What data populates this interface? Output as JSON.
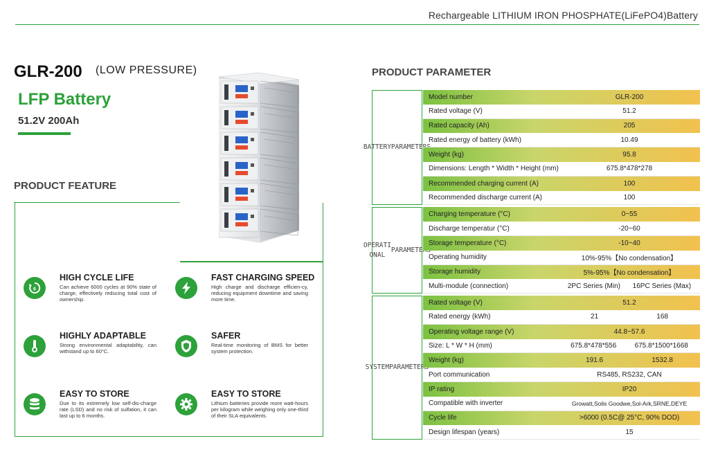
{
  "header": {
    "title": "Rechargeable LITHIUM IRON PHOSPHATE(LiFePO4)Battery"
  },
  "product": {
    "model": "GLR-200",
    "model_sub": "(LOW PRESSURE)",
    "type": "LFP Battery",
    "spec": "51.2V 200Ah"
  },
  "features": {
    "title": "PRODUCT FEATURE",
    "items": [
      {
        "title": "HIGH CYCLE LIFE",
        "desc": "Can achieve 6000 cycles at 90% state of charge, effectively reducing total cost of ownership.",
        "icon": "cycle-icon"
      },
      {
        "title": "FAST CHARGING SPEED",
        "desc": "High charge and discharge efficien-cy, reducing equipment downtime and saving more time.",
        "icon": "lightning-icon"
      },
      {
        "title": "HIGHLY ADAPTABLE",
        "desc": "Strong environmental adaptability, can withstand up to 60°C.",
        "icon": "thermometer-icon"
      },
      {
        "title": "SAFER",
        "desc": "Real-time monitoring of BMS for better system protection.",
        "icon": "shield-icon"
      },
      {
        "title": "EASY TO STORE",
        "desc": "Due to its extremely low self-dis-charge rate (LSD) and no risk of sulfation, it can last up to 6 months.",
        "icon": "database-icon"
      },
      {
        "title": "EASY TO STORE",
        "desc": "Lithium batteries provide more watt-hours per kilogram while weighing only one-third of their SLA equivalents.",
        "icon": "gear-icon"
      }
    ]
  },
  "parameters": {
    "title": "PRODUCT PARAMETER",
    "groups": [
      {
        "label": [
          "BATTERY",
          "PARAMETERS"
        ],
        "rows": [
          {
            "k": "Model number",
            "v": [
              "GLR-200"
            ]
          },
          {
            "k": "Rated voltage (V)",
            "v": [
              "51.2"
            ]
          },
          {
            "k": "Rated capacity (Ah)",
            "v": [
              "205"
            ]
          },
          {
            "k": "Rated energy of battery (kWh)",
            "v": [
              "10.49"
            ]
          },
          {
            "k": "Weight (kg)",
            "v": [
              "95.8"
            ]
          },
          {
            "k": "Dimensions: Length * Width * Height (mm)",
            "v": [
              "675.8*478*278"
            ]
          },
          {
            "k": "Recommended charging current (A)",
            "v": [
              "100"
            ]
          },
          {
            "k": "Recommended discharge current (A)",
            "v": [
              "100"
            ]
          }
        ]
      },
      {
        "label": [
          "OPERATI ONAL",
          "PARAMETERS"
        ],
        "rows": [
          {
            "k": "Charging temperature (°C)",
            "v": [
              "0~55"
            ]
          },
          {
            "k": "Discharge temperatur (°C)",
            "v": [
              "-20~60"
            ]
          },
          {
            "k": "Storage temperature (°C)",
            "v": [
              "-10~40"
            ]
          },
          {
            "k": "Operating humidity",
            "v": [
              "10%-95%【No condensation】"
            ]
          },
          {
            "k": "Storage humidity",
            "v": [
              "5%-95%【No condensation】"
            ]
          },
          {
            "k": "Multi-module  (connection)",
            "v": [
              "2PC Series (Min)",
              "16PC Series (Max)"
            ]
          }
        ]
      },
      {
        "label": [
          "SYSTEM",
          "PARAMETERS"
        ],
        "rows": [
          {
            "k": "Rated voltage (V)",
            "v": [
              "51.2"
            ]
          },
          {
            "k": "Rated energy (kWh)",
            "v": [
              "21",
              "168"
            ]
          },
          {
            "k": "Operating voltage range (V)",
            "v": [
              "44.8~57.6"
            ]
          },
          {
            "k": "Size: L * W * H (mm)",
            "v": [
              "675.8*478*556",
              "675.8*1500*1668"
            ]
          },
          {
            "k": "Weight (kg)",
            "v": [
              "191.6",
              "1532.8"
            ]
          },
          {
            "k": "Port communication",
            "v": [
              "RS485,  RS232,  CAN"
            ]
          },
          {
            "k": "IP rating",
            "v": [
              "IP20"
            ]
          },
          {
            "k": "Compatible with inverter",
            "v": [
              "Growatt,Solis Goodwe,Sol-Ark,SRNE,DEYE"
            ]
          },
          {
            "k": "Cycle life",
            "v": [
              ">6000  (0.5C@ 25°C,  90% DOD)"
            ]
          },
          {
            "k": "Design lifespan (years)",
            "v": [
              "15"
            ]
          }
        ]
      }
    ]
  }
}
